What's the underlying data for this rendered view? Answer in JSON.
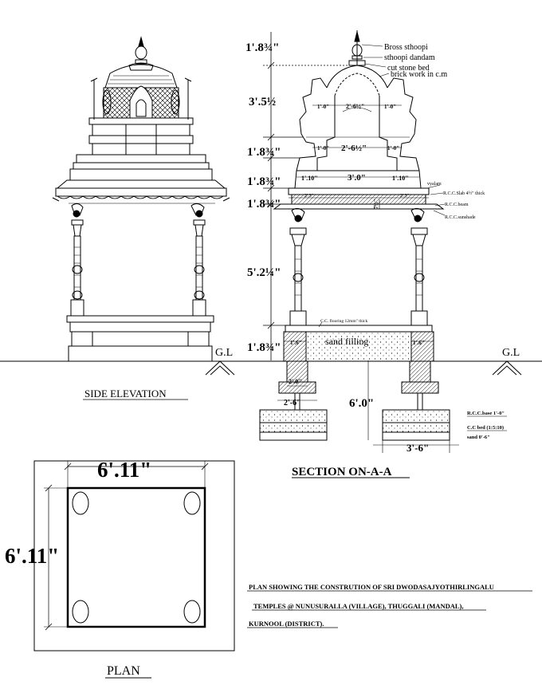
{
  "titles": {
    "side_elevation": "SIDE ELEVATION",
    "section": "SECTION ON-A-A",
    "plan": "PLAN"
  },
  "ground_label": "G.L",
  "notes": {
    "bross_sthoopi": "Bross sthoopi",
    "sthoopi_dandam": "sthoopi dandam",
    "cut_stone_bed": "cut stone bed",
    "brick_work": "brick work in c.m",
    "vyalam": "vyalam",
    "rcc_slab": "R.C.C.Slab 4½\" thick",
    "rcc_beam": "R.C.C.beam",
    "rcc_sunshade": "R.C.C.sunshade",
    "cc_flooring": "C.C. flooring 12mm\" thick",
    "sand_filling": "sand filling",
    "rcc_base": "R.C.C.base 1'-0\"",
    "cc_bed": "C.C bed (1:5:10)",
    "sand_fill": "sand 0'-6\""
  },
  "levels": {
    "top": "1'.8¾\"",
    "dome": "3'.5½",
    "drum": "1'.8¾\"",
    "base_tier": "1'.8¾\"",
    "slab": "1'.8¾\"",
    "pillar": "5'.2¼\"",
    "plinth": "1'.8¾\""
  },
  "section_dims": {
    "dome_side": "1'-0\"",
    "dome_mid": "2'-6½\"",
    "tier1_side": "1'-0\"",
    "tier1_mid": "2'-6½\"",
    "tier2_side": "1'.10\"",
    "tier2_mid": "3'.0\"",
    "slab_proj": "2'.3\"",
    "slab_thk": "7½\"",
    "plinth_left": "1'.6\"",
    "plinth_right": "1'.6\"",
    "footing_col": "2'.0\"",
    "footing_width": "2'-6\"",
    "footing_depth": "6'.0\"",
    "base_width": "3'-6\""
  },
  "plan_dims": {
    "width": "6'.11\"",
    "depth": "6'.11\""
  },
  "caption_lines": [
    "PLAN SHOWING THE CONSTRUTION  OF SRI DWODASAJYOTHIRLINGALU",
    "TEMPLES @ NUNUSURALLA (VILLAGE), THUGGALI (MANDAL),",
    "KURNOOL  (DISTRICT)."
  ]
}
